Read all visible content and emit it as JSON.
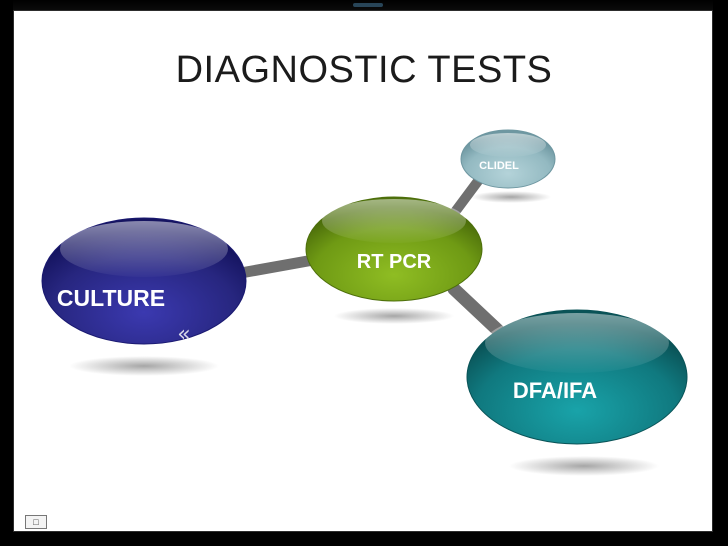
{
  "slide": {
    "title": "DIAGNOSTIC TESTS"
  },
  "diagram": {
    "nodes": {
      "culture": {
        "label": "CULTURE",
        "color": "#2b2a8c"
      },
      "rt_pcr": {
        "label": "RT PCR",
        "color": "#7aa21c"
      },
      "clidel": {
        "label": "CLIDEL",
        "color": "#9fc4cc"
      },
      "dfa_ifa": {
        "label": "DFA/IFA",
        "color": "#14868c"
      }
    },
    "connector_color": "#6f6f6f"
  },
  "icons": {
    "double_chevron": "«",
    "corner_icon": "slide-options-icon"
  }
}
